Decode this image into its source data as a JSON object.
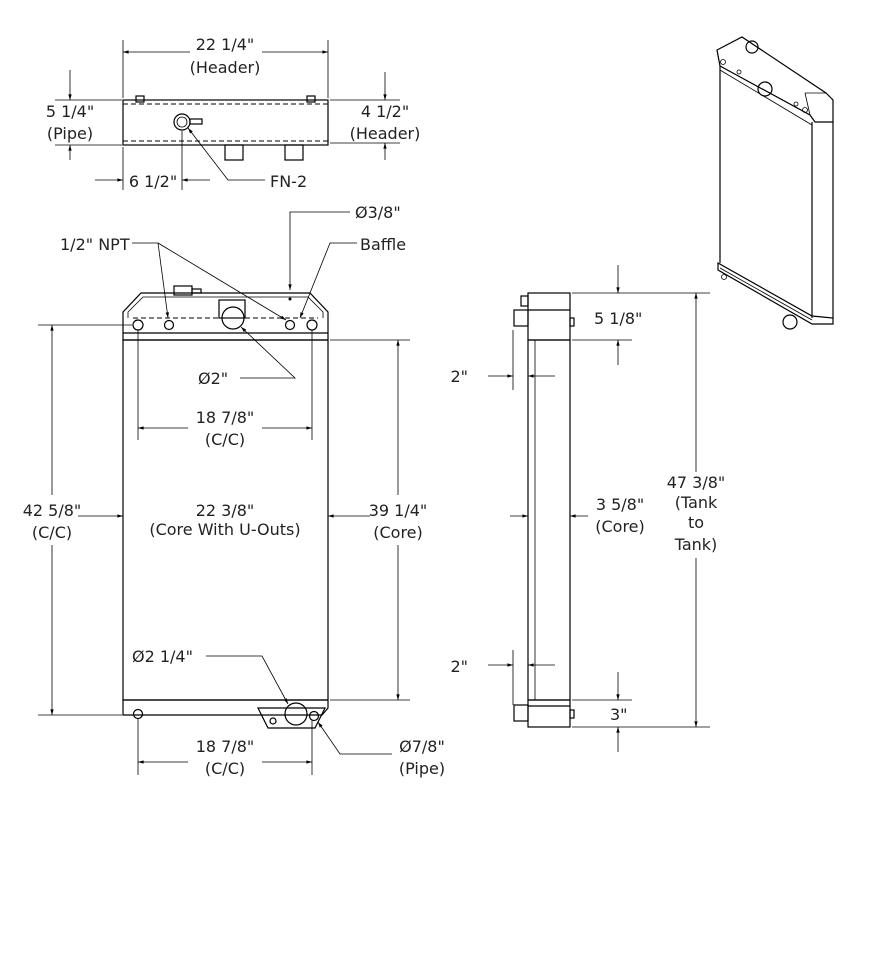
{
  "top_view": {
    "width_dim": "22 1/4\"",
    "width_note": "(Header)",
    "pipe_dim": "5 1/4\"",
    "pipe_note": "(Pipe)",
    "header_dim": "4 1/2\"",
    "header_note": "(Header)",
    "offset_dim": "6 1/2\"",
    "fill_neck": "FN-2"
  },
  "front_view": {
    "vent_dia": "Ø3/8\"",
    "npt": "1/2\" NPT",
    "baffle": "Baffle",
    "inlet_dia": "Ø2\"",
    "top_cc_dim": "18 7/8\"",
    "top_cc_note": "(C/C)",
    "height_cc_dim": "42 5/8\"",
    "height_cc_note": "(C/C)",
    "core_width_dim": "22 3/8\"",
    "core_width_note": "(Core With U-Outs)",
    "core_height_dim": "39 1/4\"",
    "core_height_note": "(Core)",
    "outlet_dia": "Ø2 1/4\"",
    "bottom_cc_dim": "18 7/8\"",
    "bottom_cc_note": "(C/C)",
    "pipe_dia": "Ø7/8\"",
    "pipe_note": "(Pipe)"
  },
  "side_view": {
    "top_tank_dim": "5 1/8\"",
    "top_offset": "2\"",
    "core_depth_dim": "3 5/8\"",
    "core_depth_note": "(Core)",
    "bottom_offset": "2\"",
    "bottom_tank_dim": "3\"",
    "overall_dim": "47 3/8\"",
    "overall_note_1": "(Tank",
    "overall_note_2": "to",
    "overall_note_3": "Tank)"
  }
}
